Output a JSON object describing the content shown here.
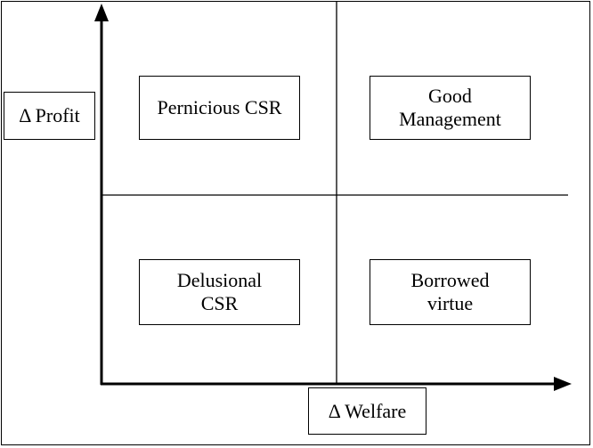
{
  "quadrants": {
    "top_left": "Pernicious CSR",
    "top_right": "Good\nManagement",
    "bottom_left": "Delusional\nCSR",
    "bottom_right": "Borrowed\nvirtue"
  },
  "axes": {
    "y_label": "Δ Profit",
    "x_label": "Δ Welfare"
  }
}
